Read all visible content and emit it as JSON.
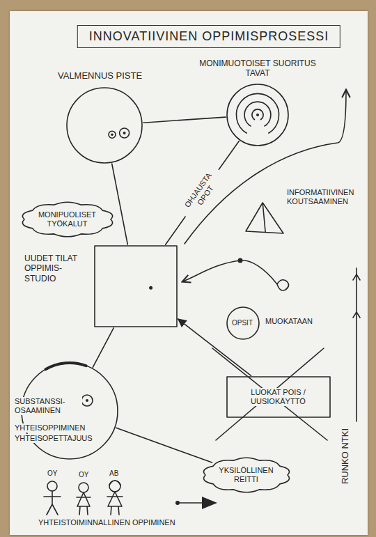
{
  "diagram": {
    "title": "INNOVATIIVINEN OPPIMISPROSESSI",
    "nodes": [
      {
        "text": [
          "VALMENNUS PISTE"
        ]
      },
      {
        "text": [
          "MONIMUOTOISET SUORITUS TAVAT"
        ]
      },
      {
        "text": [
          "MONIPUOLISET TYÖKALUT"
        ]
      },
      {
        "text": [
          "INFORMATIIVINEN KOUTSAAMINEN"
        ]
      },
      {
        "text": [
          "UUDET TILAT OPPIMIS- STUDIO"
        ]
      },
      {
        "text": [
          "OPSIT",
          "MUOKATAAN"
        ]
      },
      {
        "text": [
          "LUOKAT POIS / UUSIOKÄYTTÖ"
        ]
      },
      {
        "text": [
          "SUBSTANSSI- OSAAMINEN",
          "YHTEISOPPIMINEN",
          "YHTEISOPETTAJUUS"
        ]
      },
      {
        "text": [
          "YKSILÖLLINEN REITTI"
        ]
      }
    ],
    "edges": [
      {
        "from": 4,
        "to": 0,
        "arrow": "none"
      },
      {
        "from": 0,
        "to": 1,
        "arrow": "none"
      },
      {
        "from": 4,
        "to": 1,
        "label": "OHJAUSTA OPOT",
        "arrow": "none"
      },
      {
        "from": 6,
        "to": 4,
        "arrow": "to"
      },
      {
        "from": 4,
        "to": 7,
        "arrow": "none"
      },
      {
        "from": 7,
        "to": 8,
        "arrow": "none"
      }
    ],
    "labels": [
      "OY",
      "OY",
      "AB",
      "YHTEISTOIMINNALLINEN OPPIMINEN",
      "RUNKO NTKI"
    ]
  }
}
